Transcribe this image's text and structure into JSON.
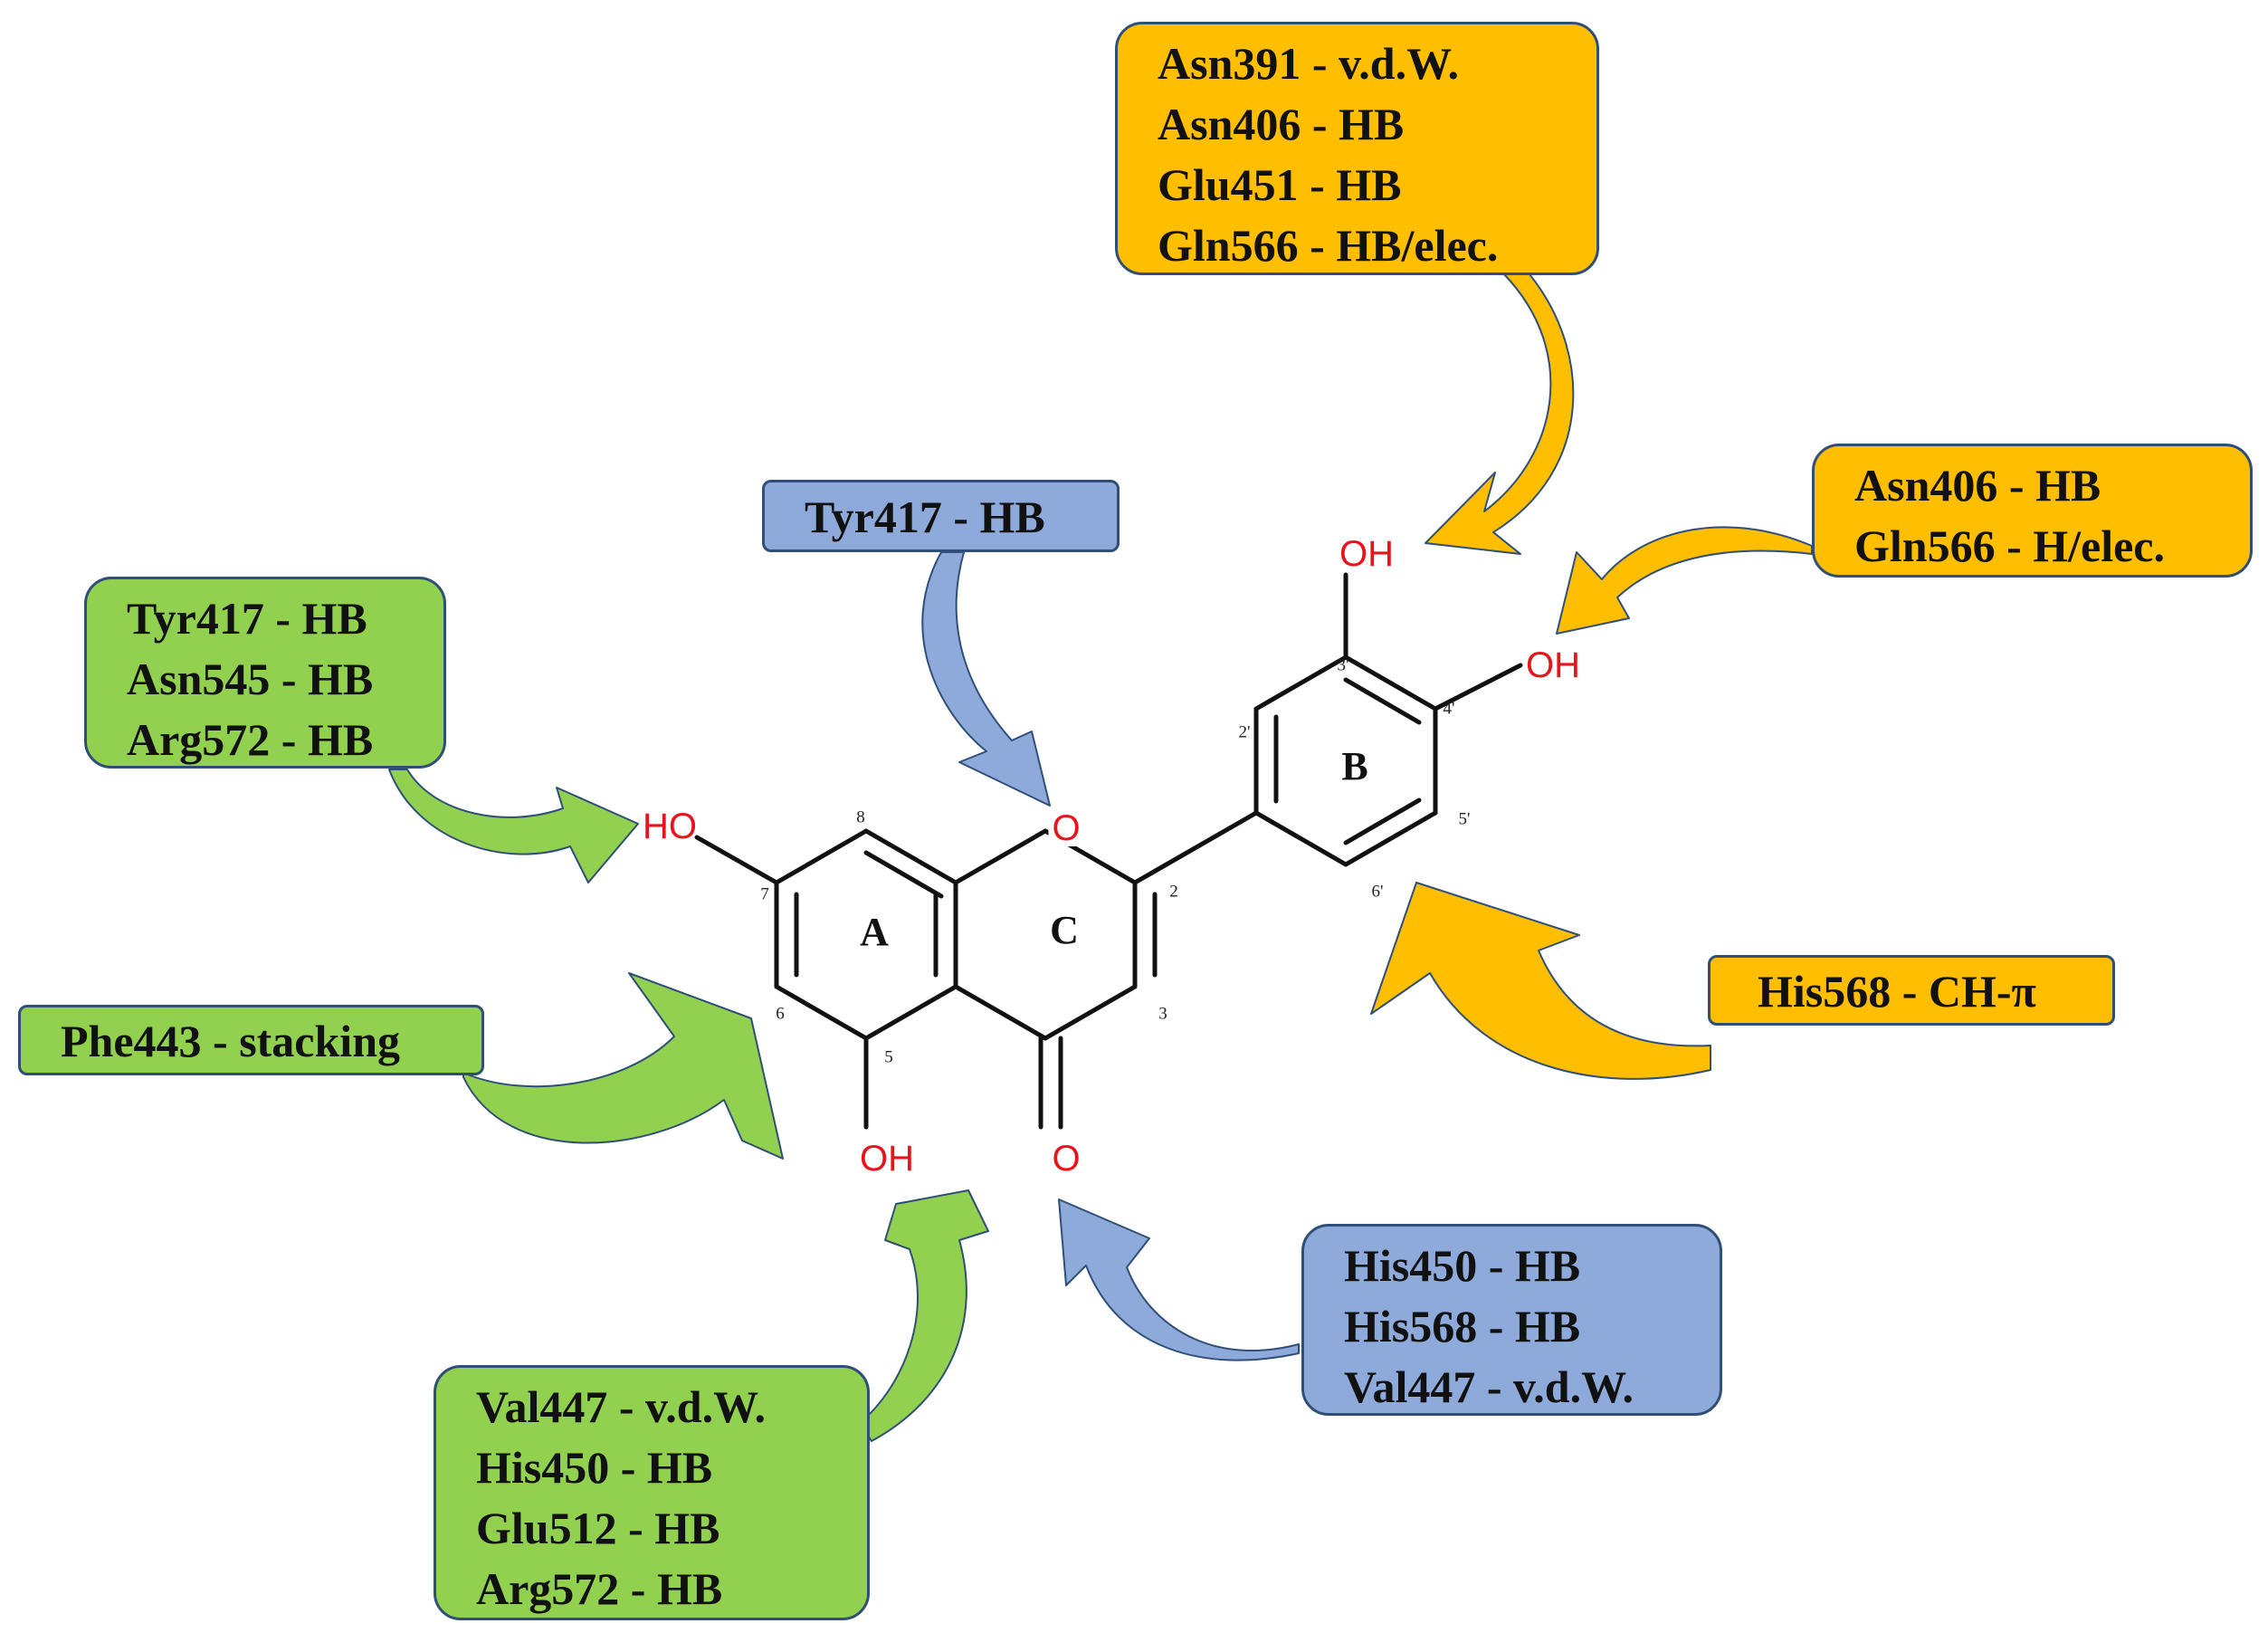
{
  "colors": {
    "orange": "#ffbf00",
    "blue": "#8eaadb",
    "green": "#92d050",
    "border": "#2f4f78",
    "atom_red": "#e8141b"
  },
  "boxes": {
    "orange_top": {
      "lines": [
        "Asn391 - v.d.W.",
        "Asn406 - HB",
        "Glu451 - HB",
        "Gln566 - HB/elec."
      ]
    },
    "orange_right": {
      "lines": [
        "Asn406 - HB",
        "Gln566 - H/elec."
      ]
    },
    "orange_his": {
      "lines": [
        "His568 - CH-π"
      ]
    },
    "blue_tyr": {
      "lines": [
        "Tyr417 - HB"
      ]
    },
    "blue_bottom": {
      "lines": [
        "His450 - HB",
        "His568 - HB",
        "Val447 - v.d.W."
      ]
    },
    "green_top": {
      "lines": [
        "Tyr417 - HB",
        "Asn545 - HB",
        "Arg572 - HB"
      ]
    },
    "green_phe": {
      "lines": [
        "Phe443 - stacking"
      ]
    },
    "green_bottom": {
      "lines": [
        "Val447 - v.d.W.",
        "His450 - HB",
        "Glu512 - HB",
        "Arg572 - HB"
      ]
    }
  },
  "molecule": {
    "atoms": {
      "oh_3p": "OH",
      "oh_4p": "OH",
      "ho_7": "HO",
      "o_ring": "O",
      "oh_5": "OH",
      "o_keto": "O"
    },
    "rings": {
      "a": "A",
      "b": "B",
      "c": "C"
    },
    "numbers": {
      "n2": "2",
      "n3": "3",
      "n5": "5",
      "n6": "6",
      "n7": "7",
      "n8": "8",
      "n2p": "2'",
      "n3p": "3'",
      "n4p": "4'",
      "n5p": "5'",
      "n6p": "6'"
    }
  }
}
